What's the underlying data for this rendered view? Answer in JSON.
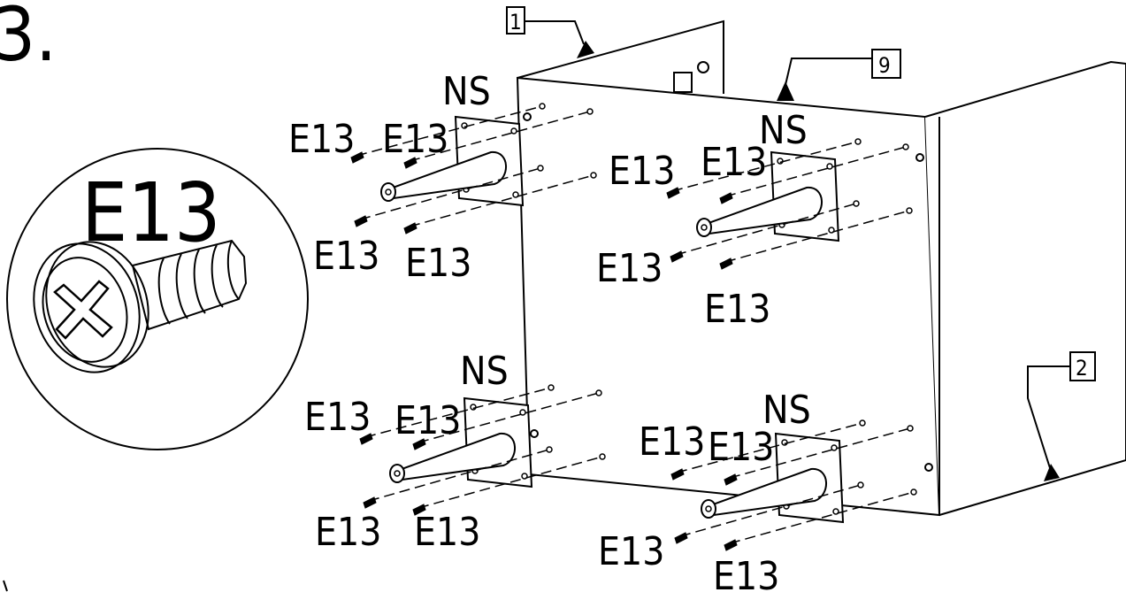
{
  "step": {
    "number": "3."
  },
  "detail": {
    "label": "E13"
  },
  "part_labels": {
    "leg": "NS",
    "screw": "E13",
    "panel_a": "1",
    "panel_b": "9",
    "panel_c": "2"
  },
  "colors": {
    "line": "#000000",
    "background": "#ffffff"
  }
}
